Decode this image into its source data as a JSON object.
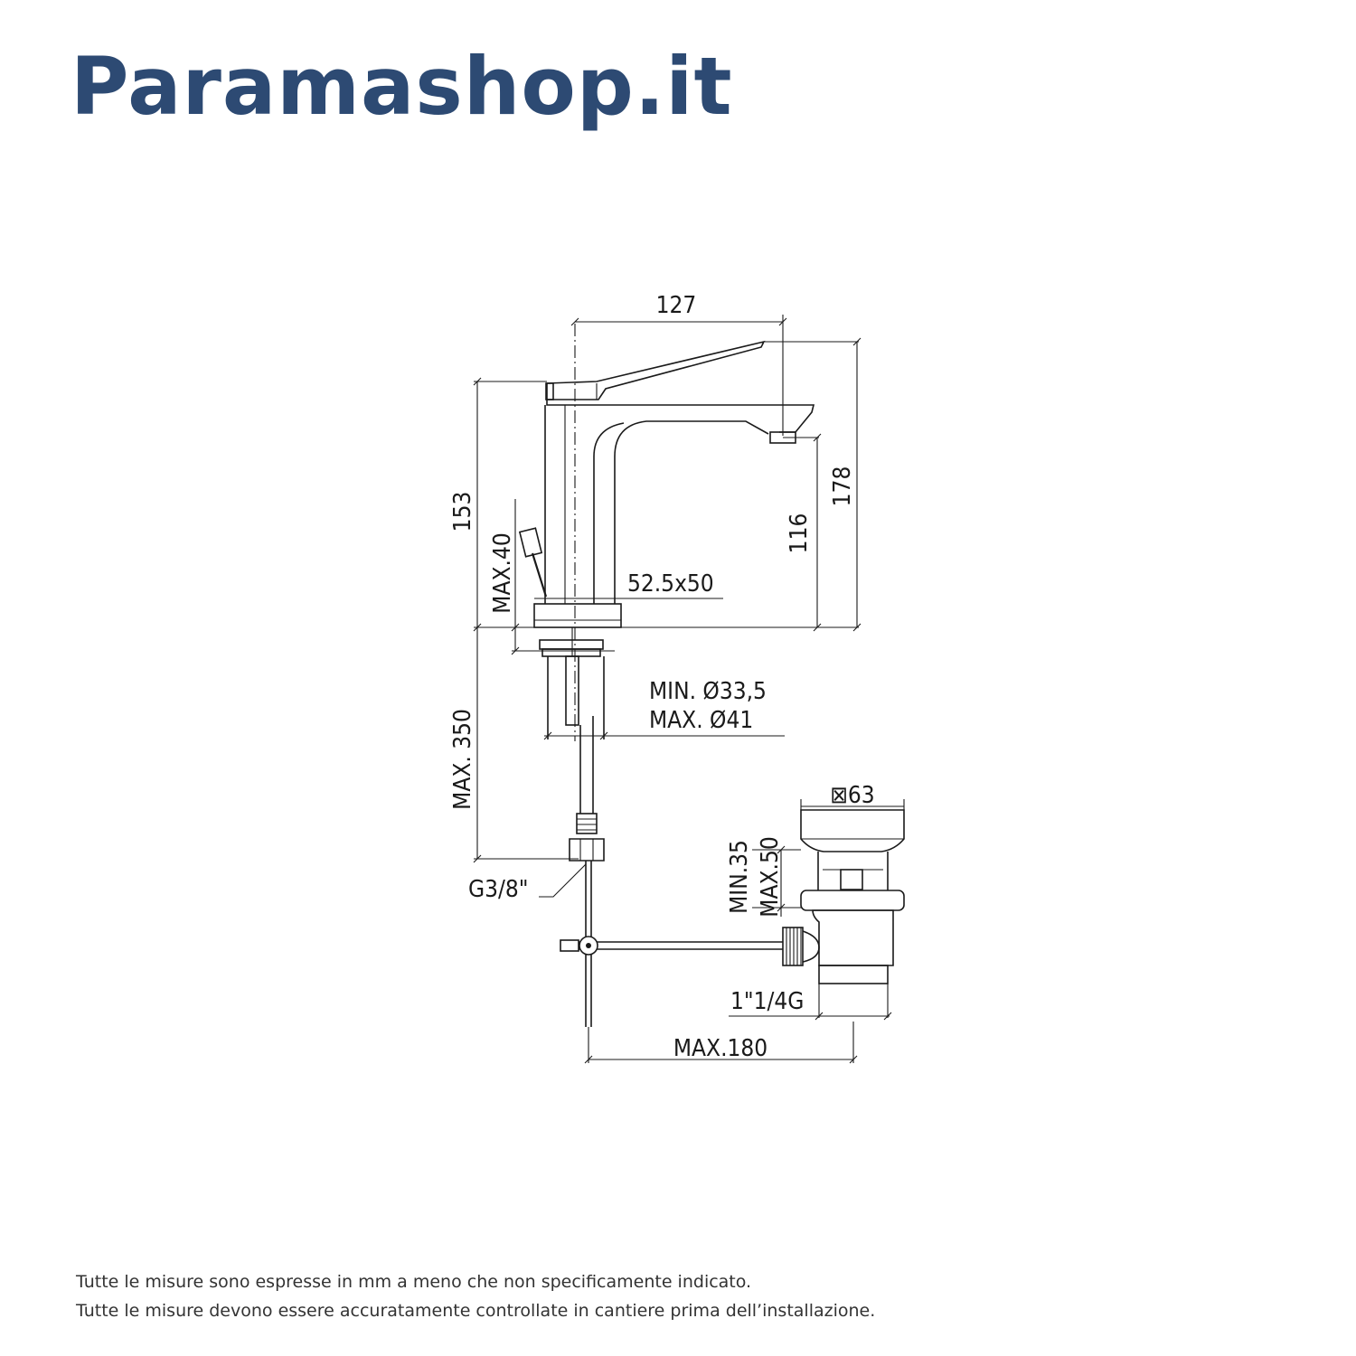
{
  "brand": {
    "name": "Paramashop.it"
  },
  "diagram": {
    "dimensions": {
      "spout_reach": "127",
      "overall_height": "178",
      "spout_height": "116",
      "tap_height": "153",
      "max_deck_thickness": "MAX.40",
      "base_size": "52.5x50",
      "hole_min": "MIN. Ø33,5",
      "hole_max": "MAX. Ø41",
      "hose_length": "MAX. 350",
      "hose_connection": "G3/8\"",
      "waste_head": "⊠63",
      "waste_min": "MIN.35",
      "waste_max": "MAX.50",
      "waste_thread": "1\"1/4G",
      "rod_length": "MAX.180"
    }
  },
  "footer": {
    "line1": "Tutte le misure sono espresse in mm a meno che non specificamente indicato.",
    "line2": "Tutte le misure devono essere accuratamente controllate in cantiere prima dell’installazione."
  },
  "colors": {
    "brand": "#2d4a73",
    "line": "#1a1a1a",
    "note": "#333333"
  }
}
